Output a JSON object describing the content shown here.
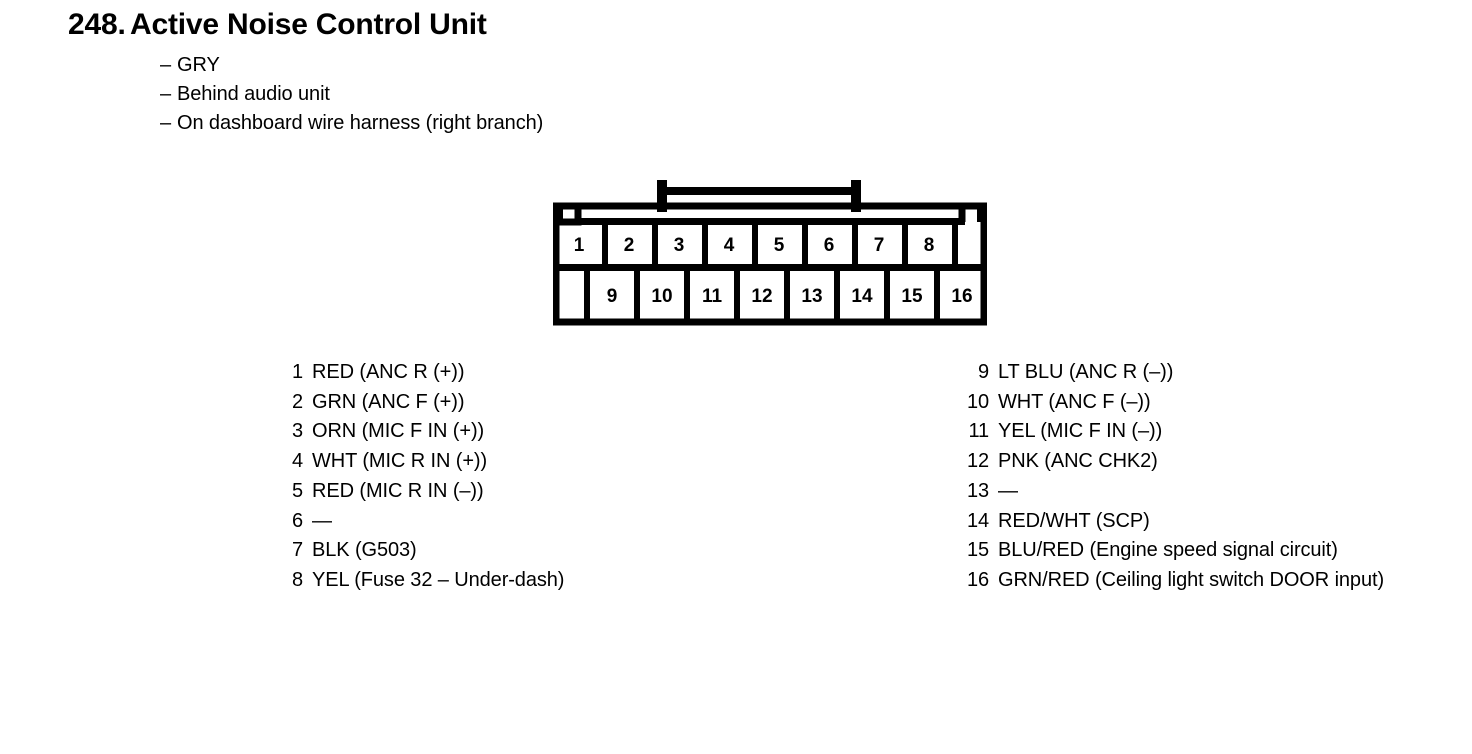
{
  "heading": {
    "number": "248.",
    "title": "Active Noise Control Unit",
    "bullets": [
      {
        "dash": "–",
        "text": "GRY"
      },
      {
        "dash": "–",
        "text": "Behind audio unit"
      },
      {
        "dash": "–",
        "text": "On dashboard wire harness (right branch)"
      }
    ]
  },
  "connector": {
    "name": "16-pin connector face view",
    "top_row_pins": [
      "1",
      "2",
      "3",
      "4",
      "5",
      "6",
      "7",
      "8"
    ],
    "top_row_blank_cells": 1,
    "bottom_row_pins": [
      "9",
      "10",
      "11",
      "12",
      "13",
      "14",
      "15",
      "16"
    ],
    "bottom_row_blank_cells": 1,
    "outline_color": "#000000",
    "fill_color": "#ffffff"
  },
  "pin_legend": {
    "left": [
      {
        "pin": "1",
        "desc": "RED (ANC R (+))"
      },
      {
        "pin": "2",
        "desc": "GRN (ANC F (+))"
      },
      {
        "pin": "3",
        "desc": "ORN (MIC F IN (+))"
      },
      {
        "pin": "4",
        "desc": "WHT (MIC R IN (+))"
      },
      {
        "pin": "5",
        "desc": "RED (MIC R IN (–))"
      },
      {
        "pin": "6",
        "desc": "—"
      },
      {
        "pin": "7",
        "desc": "BLK (G503)"
      },
      {
        "pin": "8",
        "desc": "YEL (Fuse 32 – Under-dash)"
      }
    ],
    "right": [
      {
        "pin": "9",
        "desc": "LT BLU (ANC R (–))"
      },
      {
        "pin": "10",
        "desc": "WHT (ANC F (–))"
      },
      {
        "pin": "11",
        "desc": "YEL (MIC F IN (–))"
      },
      {
        "pin": "12",
        "desc": "PNK (ANC CHK2)"
      },
      {
        "pin": "13",
        "desc": "—"
      },
      {
        "pin": "14",
        "desc": "RED/WHT (SCP)"
      },
      {
        "pin": "15",
        "desc": "BLU/RED (Engine speed signal circuit)"
      },
      {
        "pin": "16",
        "desc": "GRN/RED (Ceiling light switch DOOR input)"
      }
    ]
  }
}
